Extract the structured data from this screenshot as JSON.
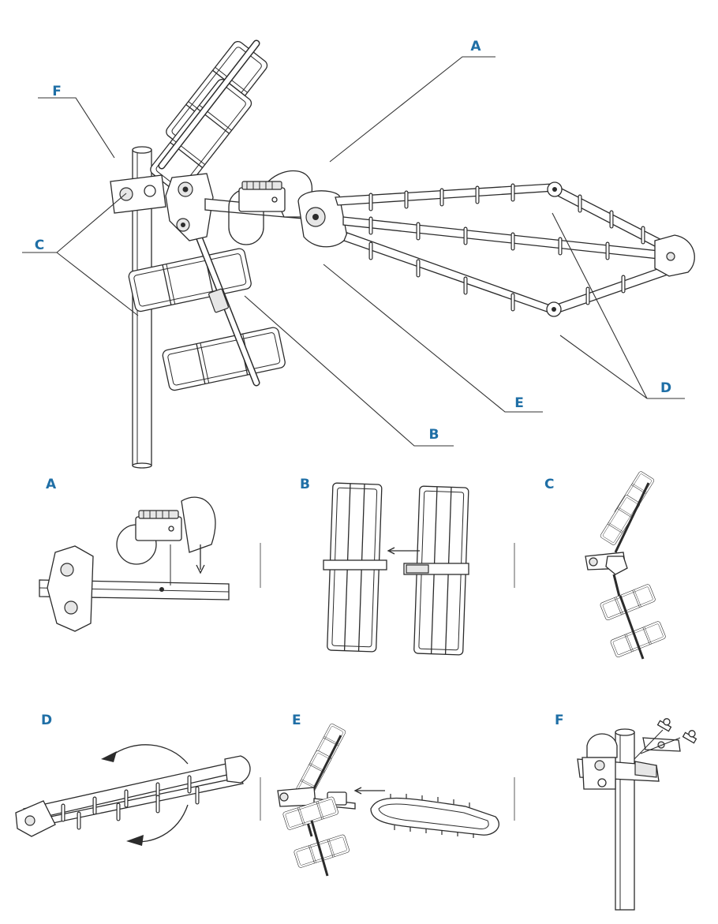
{
  "colors": {
    "label": "#1f6fa6",
    "line": "#2b2b2b",
    "background": "#ffffff"
  },
  "main_diagram": {
    "callouts": {
      "A": "A",
      "B": "B",
      "C": "C",
      "D": "D",
      "E": "E",
      "F": "F"
    }
  },
  "steps": [
    {
      "id": "A",
      "label": "A"
    },
    {
      "id": "B",
      "label": "B"
    },
    {
      "id": "C",
      "label": "C"
    },
    {
      "id": "D",
      "label": "D"
    },
    {
      "id": "E",
      "label": "E"
    },
    {
      "id": "F",
      "label": "F"
    }
  ]
}
